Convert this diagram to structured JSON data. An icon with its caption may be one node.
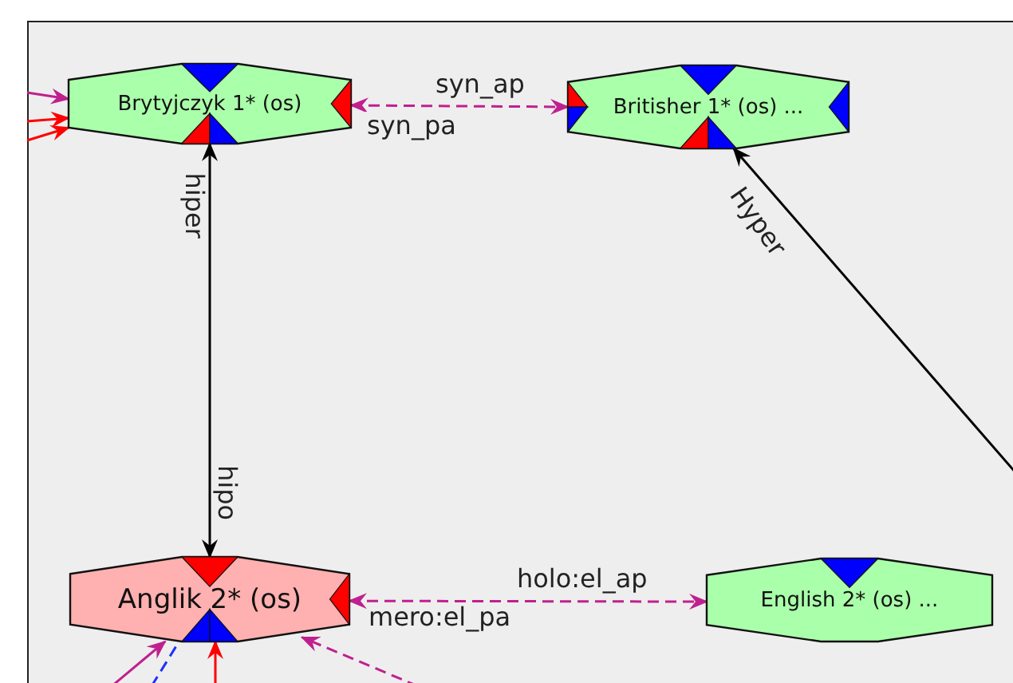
{
  "diagram": {
    "nodes": [
      {
        "text": [
          "Brytyjczyk 1* (os)"
        ]
      },
      {
        "text": [
          "Britisher 1* (os) ..."
        ]
      },
      {
        "text": [
          "Anglik 2* (os)"
        ]
      },
      {
        "text": [
          "English 2* (os) ..."
        ]
      }
    ],
    "edges": [
      {
        "from": 0,
        "to": 1,
        "arrow": "both",
        "style": "dashed",
        "color": "#c0208f",
        "label": "syn_ap"
      },
      {
        "from": 2,
        "to": 0,
        "arrow": "both",
        "color": "#000000",
        "label": "hiper"
      },
      {
        "from": 2,
        "to": 3,
        "arrow": "both",
        "style": "dashed",
        "color": "#c0208f",
        "label": "holo:el_ap"
      },
      {
        "from": null,
        "to": 1,
        "arrow": "to",
        "color": "#000000",
        "label": "Hyper"
      },
      {
        "from": null,
        "to": 0,
        "arrow": "to",
        "color": "#c0208f"
      },
      {
        "from": null,
        "to": 0,
        "arrow": "to",
        "color": "#ff0000"
      },
      {
        "from": null,
        "to": 0,
        "arrow": "to",
        "color": "#ff0000"
      },
      {
        "from": null,
        "to": 2,
        "arrow": "to",
        "color": "#c0208f"
      },
      {
        "from": null,
        "to": 2,
        "arrow": "none",
        "style": "dashed",
        "color": "#2030ff"
      },
      {
        "from": null,
        "to": 2,
        "arrow": "to",
        "color": "#ff0000"
      },
      {
        "from": null,
        "to": 2,
        "arrow": "to",
        "style": "dashed",
        "color": "#c0208f"
      }
    ],
    "labels": [
      "syn_pa",
      "hipo",
      "mero:el_pa"
    ]
  }
}
